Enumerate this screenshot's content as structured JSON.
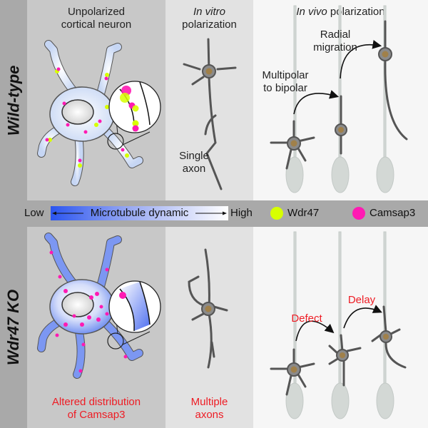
{
  "rows": {
    "top_label": "Wild-type",
    "bottom_label": "Wdr47 KO"
  },
  "columns": {
    "col1_title_line1": "Unpolarized",
    "col1_title_line2": "cortical neuron",
    "col2_title_italic": "In vitro",
    "col2_title_line2": "polarization",
    "col3_title_italic": "In vivo",
    "col3_title_rest": " polarization"
  },
  "annotations": {
    "single_axon_line1": "Single",
    "single_axon_line2": "axon",
    "radial_line1": "Radial",
    "radial_line2": "migration",
    "multipolar_line1": "Multipolar",
    "multipolar_line2": "to bipolar",
    "altered_line1": "Altered distribution",
    "altered_line2": "of Camsap3",
    "multiple_line1": "Multiple",
    "multiple_line2": "axons",
    "defect": "Defect",
    "delay": "Delay"
  },
  "legend": {
    "low": "Low",
    "gradient_label": "Microtubule dynamic",
    "high": "High",
    "items": [
      {
        "label": "Wdr47",
        "color": "#d7ff00"
      },
      {
        "label": "Camsap3",
        "color": "#ff1ab3"
      }
    ]
  },
  "colors": {
    "gradient_low": "#2b55f0",
    "gradient_high": "#ffffff",
    "red_text": "#ee1c24",
    "nucleus_brown": "#a0804a",
    "neuron_gray": "#6b6b6b"
  }
}
